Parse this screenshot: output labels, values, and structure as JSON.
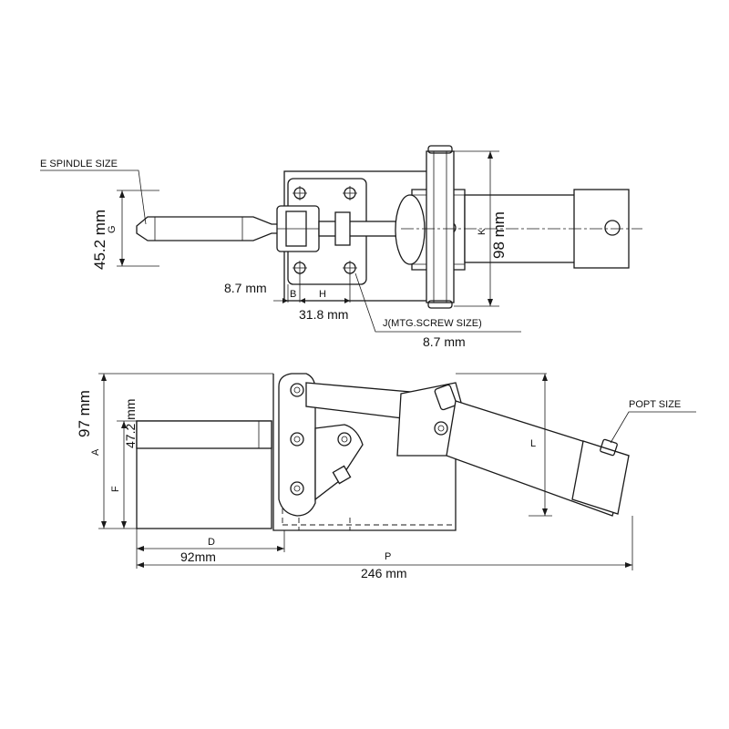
{
  "top_view": {
    "spindle_label": "E SPINDLE SIZE",
    "g_letter": "G",
    "g_value": "45.2 mm",
    "b_letter": "B",
    "b_value": "8.7 mm",
    "h_letter": "H",
    "h_value": "31.8 mm",
    "j_label": "J(MTG.SCREW  SIZE)",
    "j_value": "8.7 mm",
    "k_letter": "K",
    "k_value": "98 mm"
  },
  "side_view": {
    "a_letter": "A",
    "a_value": "97 mm",
    "mid_value": "47.2 mm",
    "f_letter": "F",
    "d_letter": "D",
    "d_value": "92mm",
    "p_letter": "P",
    "p_value": "246 mm",
    "l_letter": "L",
    "popt_label": "POPT SIZE"
  }
}
